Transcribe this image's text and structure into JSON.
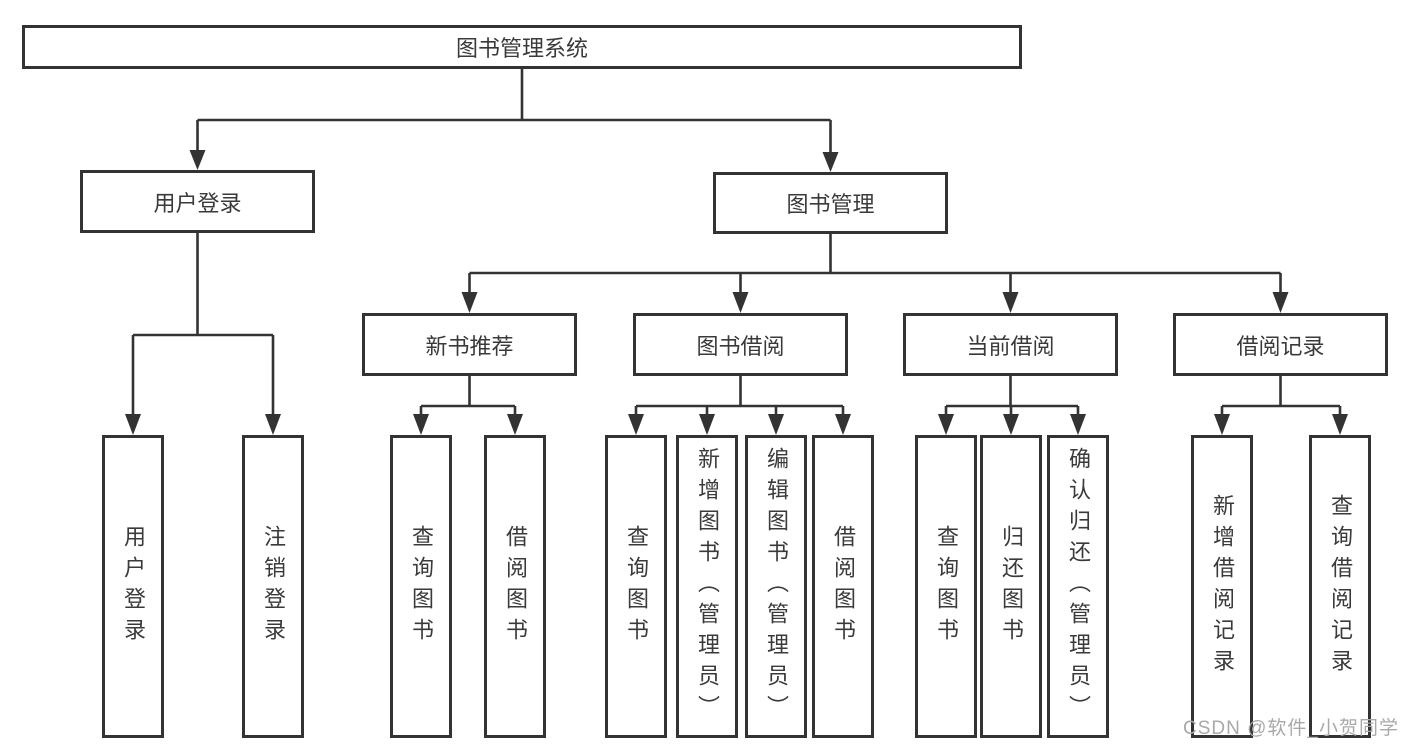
{
  "diagram": {
    "root": {
      "label": "图书管理系统"
    },
    "level1": [
      {
        "label": "用户登录"
      },
      {
        "label": "图书管理"
      }
    ],
    "level2": [
      {
        "label": "新书推荐"
      },
      {
        "label": "图书借阅"
      },
      {
        "label": "当前借阅"
      },
      {
        "label": "借阅记录"
      }
    ],
    "leaves_user": [
      {
        "label": "用户登录"
      },
      {
        "label": "注销登录"
      }
    ],
    "leaves_recommend": [
      {
        "label": "查询图书"
      },
      {
        "label": "借阅图书"
      }
    ],
    "leaves_borrow": [
      {
        "label": "查询图书"
      },
      {
        "label": "新增图书（管理员）"
      },
      {
        "label": "编辑图书（管理员）"
      },
      {
        "label": "借阅图书"
      }
    ],
    "leaves_current": [
      {
        "label": "查询图书"
      },
      {
        "label": "归还图书"
      },
      {
        "label": "确认归还（管理员）"
      }
    ],
    "leaves_records": [
      {
        "label": "新增借阅记录"
      },
      {
        "label": "查询借阅记录"
      }
    ],
    "watermark": "CSDN @软件_小贺同学",
    "colors": {
      "line": "#333333",
      "box_border": "#333333",
      "box_fill": "#ffffff",
      "text": "#3a3a3a",
      "watermark": "#a9a9a9",
      "background": "#ffffff"
    }
  }
}
